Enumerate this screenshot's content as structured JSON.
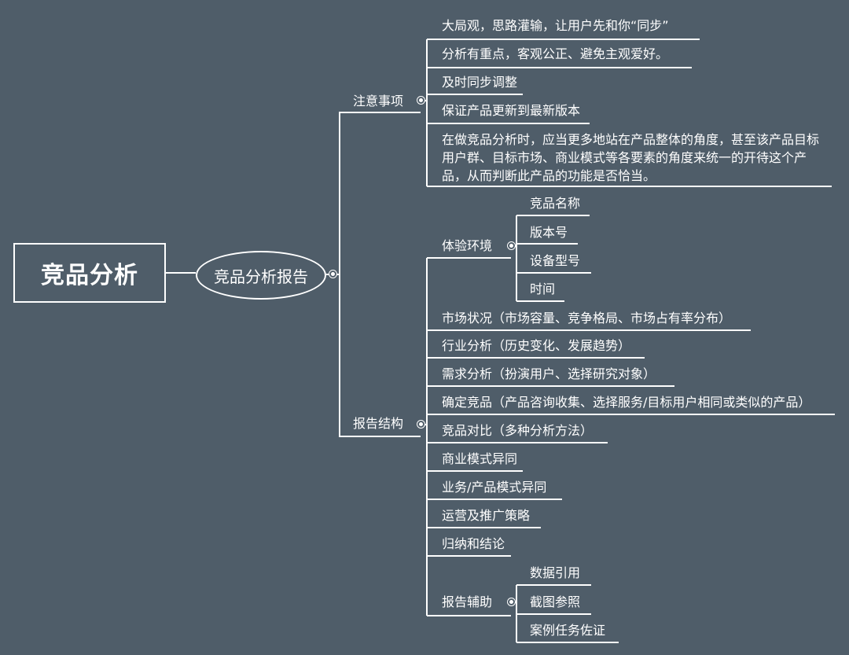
{
  "root": {
    "title": "竞品分析"
  },
  "main": {
    "title": "竞品分析报告"
  },
  "branches": [
    {
      "label": "注意事项",
      "children": [
        "大局观，思路灌输，让用户先和你“同步”",
        "分析有重点，客观公正、避免主观爱好。",
        "及时同步调整",
        "保证产品更新到最新版本",
        "在做竞品分析时，应当更多地站在产品整体的角度，甚至该产品目标用户群、目标市场、商业模式等各要素的角度来统一的开待这个产品，从而判断此产品的功能是否恰当。"
      ]
    },
    {
      "label": "报告结构",
      "children": [
        {
          "label": "体验环境",
          "children": [
            "竞品名称",
            "版本号",
            "设备型号",
            "时间"
          ]
        },
        {
          "label": "市场状况（市场容量、竞争格局、市场占有率分布）"
        },
        {
          "label": "行业分析（历史变化、发展趋势）"
        },
        {
          "label": "需求分析（扮演用户、选择研究对象）"
        },
        {
          "label": "确定竞品（产品咨询收集、选择服务/目标用户相同或类似的产品）"
        },
        {
          "label": "竞品对比（多种分析方法）"
        },
        {
          "label": "商业模式异同"
        },
        {
          "label": "业务/产品模式异同"
        },
        {
          "label": "运营及推广策略"
        },
        {
          "label": "归纳和结论"
        },
        {
          "label": "报告辅助",
          "children": [
            "数据引用",
            "截图参照",
            "案例任务佐证"
          ]
        }
      ]
    }
  ]
}
